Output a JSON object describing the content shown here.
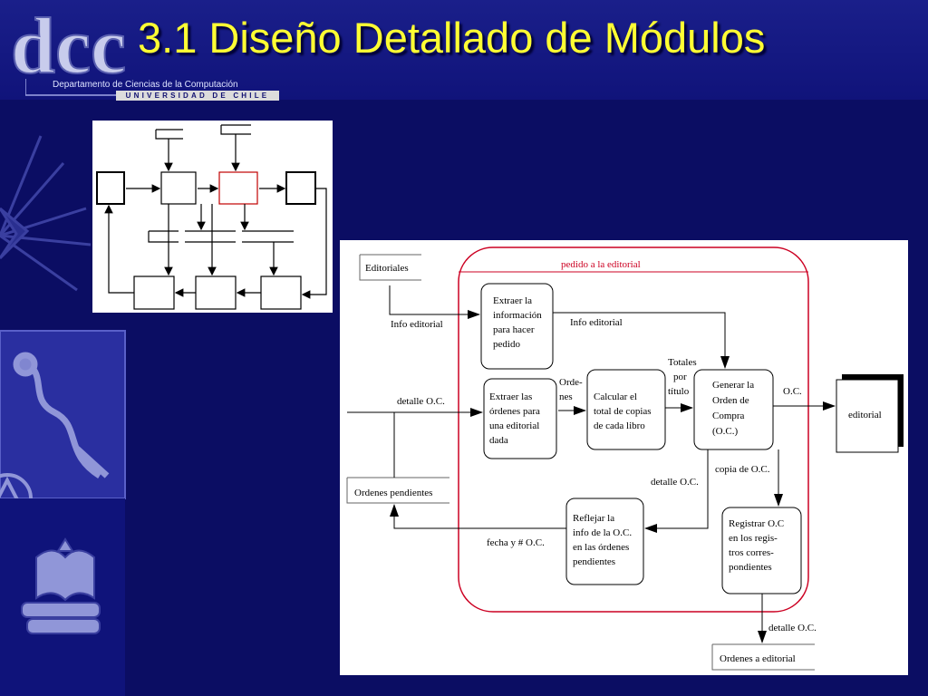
{
  "slide": {
    "title": "3.1 Diseño Detallado de Módulos",
    "logo_text": "dcc",
    "department": "Departamento de Ciencias de la Computación",
    "university": "UNIVERSIDAD DE CHILE"
  },
  "diagram": {
    "region_label": "pedido a la editorial",
    "entities": {
      "editoriales": "Editoriales",
      "ordenes_pendientes": "Ordenes pendientes",
      "ordenes_a_editorial": "Ordenes a editorial",
      "editorial": "editorial"
    },
    "processes": {
      "extraer_info": [
        "Extraer la",
        "información",
        "para hacer",
        "pedido"
      ],
      "extraer_ordenes": [
        "Extraer las",
        "órdenes para",
        "una editorial",
        "dada"
      ],
      "calcular": [
        "Calcular el",
        "total de copias",
        "de cada libro"
      ],
      "generar": [
        "Generar la",
        "Orden de",
        "Compra",
        "(O.C.)"
      ],
      "reflejar": [
        "Reflejar la",
        "info de la O.C.",
        "en las órdenes",
        "pendientes"
      ],
      "registrar": [
        "Registrar O.C",
        "en los regis-",
        "tros corres-",
        "pondientes"
      ]
    },
    "flows": {
      "info_editorial_in": "Info editorial",
      "info_editorial_out": "Info editorial",
      "detalle_oc_in": "detalle O.C.",
      "ordenes": [
        "Orde-",
        "nes"
      ],
      "totales": [
        "Totales",
        "por",
        "título"
      ],
      "oc": "O.C.",
      "detalle_oc_mid": "detalle O.C.",
      "copia_oc": "copia de O.C.",
      "fecha_oc": "fecha y # O.C.",
      "detalle_oc_out": "detalle O.C."
    }
  }
}
